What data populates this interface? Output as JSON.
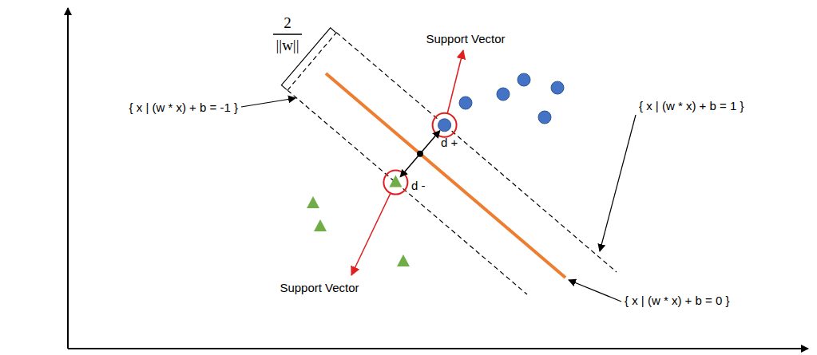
{
  "diagram": {
    "labels": [
      "2",
      "||w||",
      "Support Vector",
      "{ x | (w * x) + b = -1 }",
      "{ x | (w * x) + b = 1 }",
      "d +",
      "d -",
      "Support Vector",
      "{ x | (w * x) + b = 0 }"
    ]
  }
}
